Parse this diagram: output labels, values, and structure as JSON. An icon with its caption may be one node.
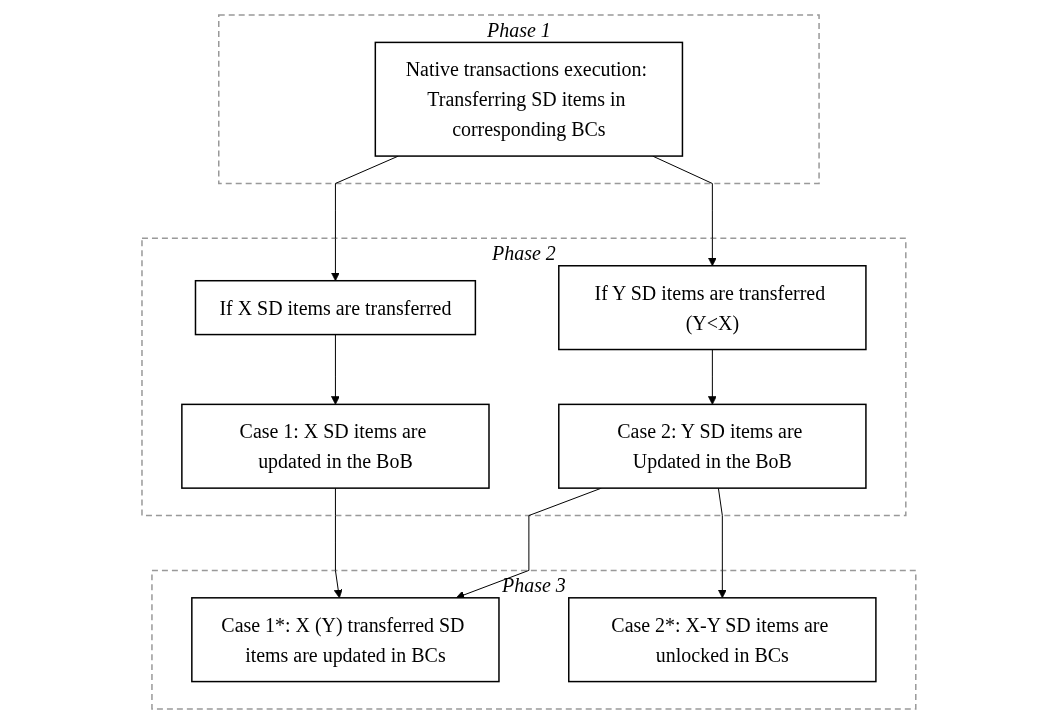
{
  "diagram": {
    "nodes": [
      {
        "text": [
          "Phase 1"
        ]
      },
      {
        "text": [
          "Native transactions execution: Transferring SD items in corresponding BCs"
        ],
        "in": 0
      },
      {
        "text": [
          "Phase 2"
        ]
      },
      {
        "text": [
          "If X SD items are transferred"
        ],
        "in": 2
      },
      {
        "text": [
          "If Y SD items are transferred (Y<X)"
        ],
        "in": 2
      },
      {
        "text": [
          "Case 1: X SD items are updated in the BoB"
        ],
        "in": 2
      },
      {
        "text": [
          "Case 2: Y SD items are Updated in the BoB"
        ],
        "in": 2
      },
      {
        "text": [
          "Phase 3"
        ]
      },
      {
        "text": [
          "Case 1*: X (Y) transferred SD items are updated in BCs"
        ],
        "in": 7
      },
      {
        "text": [
          "Case 2*: X-Y SD items are unlocked in BCs"
        ],
        "in": 7
      }
    ],
    "edges": [
      {
        "from": 1,
        "to": 3,
        "arrow": "to"
      },
      {
        "from": 1,
        "to": 4,
        "arrow": "to"
      },
      {
        "from": 3,
        "to": 5,
        "arrow": "to"
      },
      {
        "from": 4,
        "to": 6,
        "arrow": "to"
      },
      {
        "from": 5,
        "to": 8,
        "arrow": "to"
      },
      {
        "from": 6,
        "to": 8,
        "arrow": "to"
      },
      {
        "from": 6,
        "to": 9,
        "arrow": "to"
      }
    ]
  }
}
